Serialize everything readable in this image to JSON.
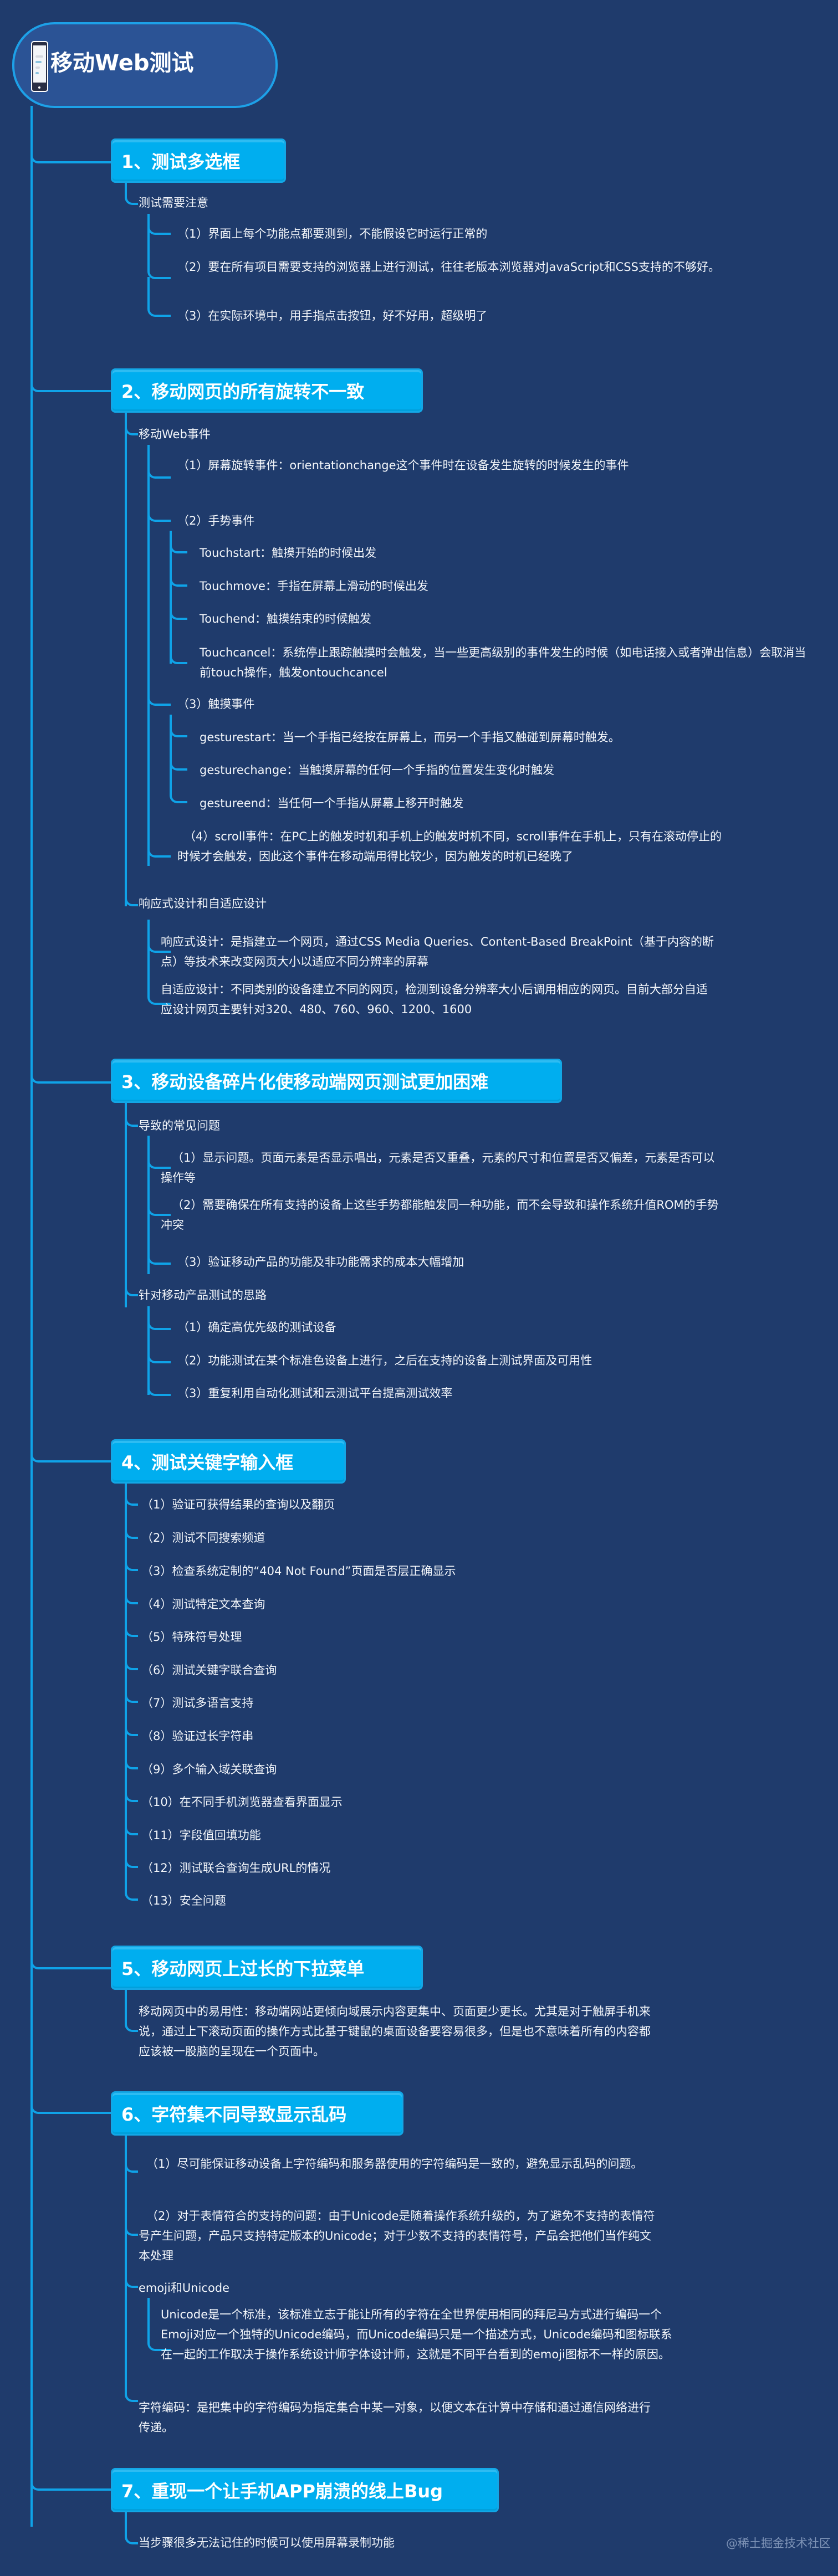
{
  "root": {
    "title": "移动Web测试",
    "icon": "mobile-phone-icon"
  },
  "topics": [
    {
      "label": "1、测试多选框",
      "children": [
        {
          "label": "测试需要注意",
          "children": [
            {
              "label": "（1）界面上每个功能点都要测到，不能假设它时运行正常的"
            },
            {
              "label": "（2）要在所有项目需要支持的浏览器上进行测试，往往老版本浏览器对JavaScript和CSS支持的不够好。"
            },
            {
              "label": "（3）在实际环境中，用手指点击按钮，好不好用，超级明了"
            }
          ]
        }
      ]
    },
    {
      "label": "2、移动网页的所有旋转不一致",
      "children": [
        {
          "label": "移动Web事件",
          "children": [
            {
              "label": "（1）屏幕旋转事件：orientationchange这个事件时在设备发生旋转的时候发生的事件"
            },
            {
              "label": "（2）手势事件",
              "children": [
                {
                  "label": "Touchstart：触摸开始的时候出发"
                },
                {
                  "label": "Touchmove：手指在屏幕上滑动的时候出发"
                },
                {
                  "label": "Touchend：触摸结束的时候触发"
                },
                {
                  "label": "Touchcancel：系统停止跟踪触摸时会触发，当一些更高级别的事件发生的时候（如电话接入或者弹出信息）会取消当前touch操作，触发ontouchcancel"
                }
              ]
            },
            {
              "label": "（3）触摸事件",
              "children": [
                {
                  "label": "gesturestart：当一个手指已经按在屏幕上，而另一个手指又触碰到屏幕时触发。"
                },
                {
                  "label": "gesturechange：当触摸屏幕的任何一个手指的位置发生变化时触发"
                },
                {
                  "label": "gestureend：当任何一个手指从屏幕上移开时触发"
                }
              ]
            },
            {
              "label": "（4）scroll事件：在PC上的触发时机和手机上的触发时机不同，scroll事件在手机上，只有在滚动停止的时候才会触发，因此这个事件在移动端用得比较少，因为触发的时机已经晚了"
            }
          ]
        },
        {
          "label": "响应式设计和自适应设计",
          "children": [
            {
              "label": "响应式设计：是指建立一个网页，通过CSS Media Queries、Content-Based BreakPoint（基于内容的断点）等技术来改变网页大小以适应不同分辨率的屏幕"
            },
            {
              "label": "自适应设计：不同类别的设备建立不同的网页，检测到设备分辨率大小后调用相应的网页。目前大部分自适应设计网页主要针对320、480、760、960、1200、1600"
            }
          ]
        }
      ]
    },
    {
      "label": "3、移动设备碎片化使移动端网页测试更加困难",
      "children": [
        {
          "label": "导致的常见问题",
          "children": [
            {
              "label": "（1）显示问题。页面元素是否显示唱出，元素是否又重叠，元素的尺寸和位置是否又偏差，元素是否可以操作等"
            },
            {
              "label": "（2）需要确保在所有支持的设备上这些手势都能触发同一种功能，而不会导致和操作系统升值ROM的手势冲突"
            },
            {
              "label": "（3）验证移动产品的功能及非功能需求的成本大幅增加"
            }
          ]
        },
        {
          "label": "针对移动产品测试的思路",
          "children": [
            {
              "label": "（1）确定高优先级的测试设备"
            },
            {
              "label": "（2）功能测试在某个标准色设备上进行，之后在支持的设备上测试界面及可用性"
            },
            {
              "label": "（3）重复利用自动化测试和云测试平台提高测试效率"
            }
          ]
        }
      ]
    },
    {
      "label": "4、测试关键字输入框",
      "children": [
        {
          "label": "（1）验证可获得结果的查询以及翻页"
        },
        {
          "label": "（2）测试不同搜索频道"
        },
        {
          "label": "（3）检查系统定制的“404 Not Found”页面是否层正确显示"
        },
        {
          "label": "（4）测试特定文本查询"
        },
        {
          "label": "（5）特殊符号处理"
        },
        {
          "label": "（6）测试关键字联合查询"
        },
        {
          "label": "（7）测试多语言支持"
        },
        {
          "label": "（8）验证过长字符串"
        },
        {
          "label": "（9）多个输入域关联查询"
        },
        {
          "label": "（10）在不同手机浏览器查看界面显示"
        },
        {
          "label": "（11）字段值回填功能"
        },
        {
          "label": "（12）测试联合查询生成URL的情况"
        },
        {
          "label": "（13）安全问题"
        }
      ]
    },
    {
      "label": "5、移动网页上过长的下拉菜单",
      "children": [
        {
          "label": "移动网页中的易用性：移动端网站更倾向域展示内容更集中、页面更少更长。尤其是对于触屏手机来说，通过上下滚动页面的操作方式比基于键鼠的桌面设备要容易很多，但是也不意味着所有的内容都应该被一股脑的呈现在一个页面中。"
        }
      ]
    },
    {
      "label": "6、字符集不同导致显示乱码",
      "children": [
        {
          "label": "（1）尽可能保证移动设备上字符编码和服务器使用的字符编码是一致的，避免显示乱码的问题。"
        },
        {
          "label": "（2）对于表情符合的支持的问题：由于Unicode是随着操作系统升级的，为了避免不支持的表情符号产生问题，产品只支持特定版本的Unicode；对于少数不支持的表情符号，产品会把他们当作纯文本处理"
        },
        {
          "label": "emoji和Unicode",
          "children": [
            {
              "label": "Unicode是一个标准，该标准立志于能让所有的字符在全世界使用相同的拜尼马方式进行编码一个Emoji对应一个独特的Unicode编码，而Unicode编码只是一个描述方式，Unicode编码和图标联系在一起的工作取决于操作系统设计师字体设计师，这就是不同平台看到的emoji图标不一样的原因。"
            }
          ]
        },
        {
          "label": "字符编码：是把集中的字符编码为指定集合中某一对象，以便文本在计算中存储和通过通信网络进行传递。"
        }
      ]
    },
    {
      "label": "7、重现一个让手机APP崩溃的线上Bug",
      "children": [
        {
          "label": "当步骤很多无法记住的时候可以使用屏幕录制功能"
        }
      ]
    }
  ],
  "watermark": "@稀土掘金技术社区",
  "colors": {
    "background": "#1f3b6c",
    "root_fill": "#2b5395",
    "accent": "#00aeef",
    "connector": "#0fa3e8",
    "text": "#ffffff"
  }
}
